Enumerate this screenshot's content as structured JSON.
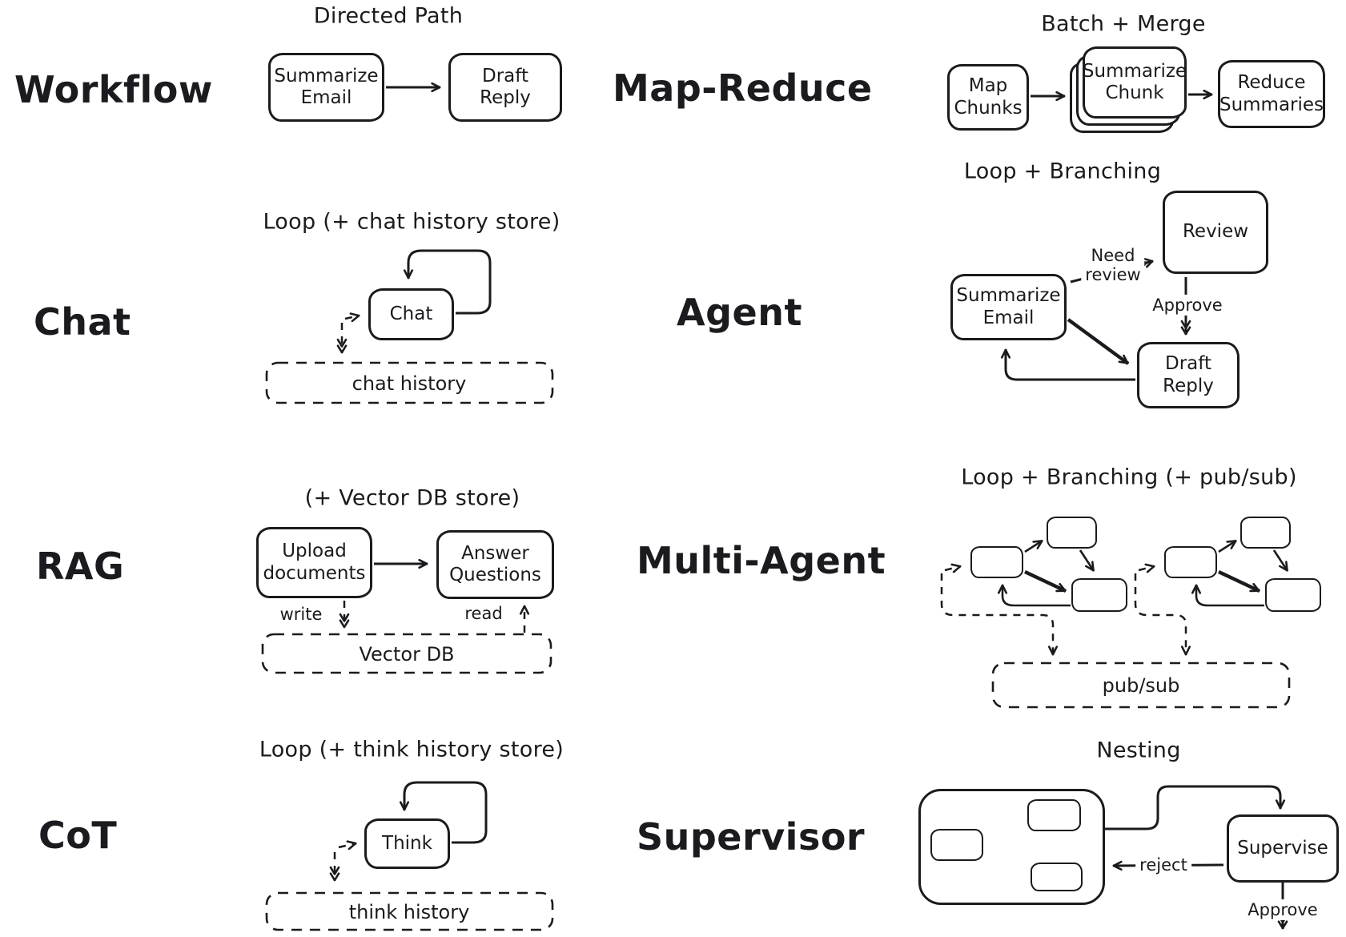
{
  "colors": {
    "ink": "#1b1b1f",
    "background": "#ffffff"
  },
  "sections": {
    "workflow": {
      "label": "Workflow",
      "title": "Directed Path",
      "nodes": {
        "summarize_email": "Summarize\nEmail",
        "draft_reply": "Draft\nReply"
      }
    },
    "mapreduce": {
      "label": "Map-Reduce",
      "title": "Batch + Merge",
      "nodes": {
        "map_chunks": "Map\nChunks",
        "summarize_chunk": "Summarize\nChunk",
        "reduce_summaries": "Reduce\nSummaries"
      }
    },
    "chat": {
      "label": "Chat",
      "title": "Loop (+ chat history store)",
      "nodes": {
        "chat": "Chat"
      },
      "store": "chat history"
    },
    "agent": {
      "label": "Agent",
      "title": "Loop + Branching",
      "nodes": {
        "summarize_email": "Summarize\nEmail",
        "review": "Review",
        "draft_reply": "Draft\nReply"
      },
      "edges": {
        "need_review": "Need\nreview",
        "approve": "Approve"
      }
    },
    "rag": {
      "label": "RAG",
      "title": "(+ Vector DB store)",
      "nodes": {
        "upload_documents": "Upload\ndocuments",
        "answer_questions": "Answer\nQuestions"
      },
      "edges": {
        "write": "write",
        "read": "read"
      },
      "store": "Vector DB"
    },
    "multiagent": {
      "label": "Multi-Agent",
      "title": "Loop + Branching (+ pub/sub)",
      "store": "pub/sub"
    },
    "cot": {
      "label": "CoT",
      "title": "Loop (+ think history store)",
      "nodes": {
        "think": "Think"
      },
      "store": "think history"
    },
    "supervisor": {
      "label": "Supervisor",
      "title": "Nesting",
      "nodes": {
        "supervise": "Supervise"
      },
      "edges": {
        "reject": "reject",
        "approve": "Approve"
      }
    }
  }
}
